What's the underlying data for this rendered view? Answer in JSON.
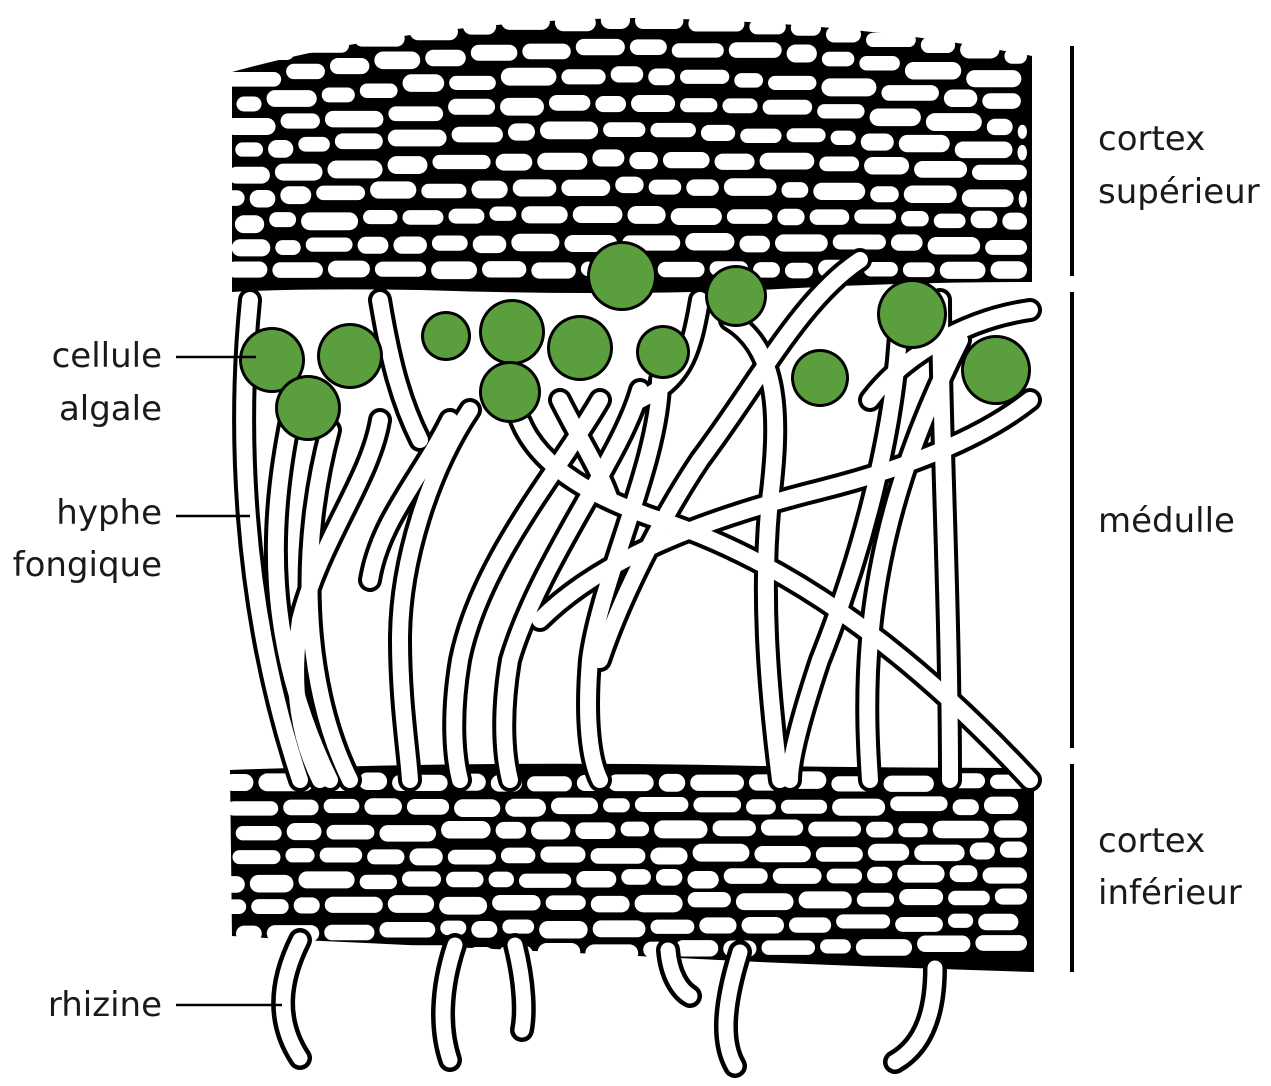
{
  "labels": {
    "left": {
      "algal_cell": [
        "cellule",
        "algale"
      ],
      "fungal_hypha": [
        "hyphe",
        "fongique"
      ],
      "rhizine": [
        "rhizine"
      ]
    },
    "right": {
      "upper_cortex": [
        "cortex",
        "supérieur"
      ],
      "medulla": [
        "médulle"
      ],
      "lower_cortex": [
        "cortex",
        "inférieur"
      ]
    }
  },
  "colors": {
    "algae_fill": "#5a9e3e",
    "outline": "#000000",
    "cell_fill": "#ffffff"
  }
}
